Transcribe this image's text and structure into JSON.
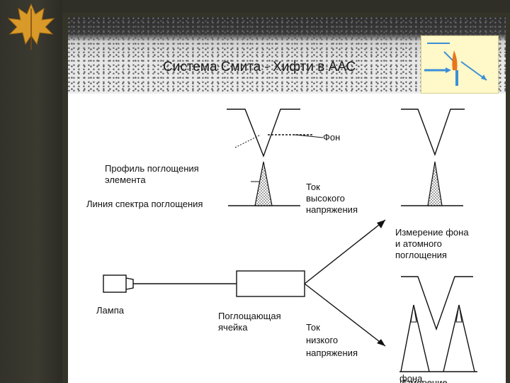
{
  "slide": {
    "title": "Система Смита - Хифти в ААС"
  },
  "diagram": {
    "labels": {
      "background": "Фон",
      "absorption_profile_line1": "Профиль поглощения",
      "absorption_profile_line2": "элемента",
      "absorption_line": "Линия спектра поглощения",
      "high_current_line1": "Ток",
      "high_current_line2": "высокого",
      "high_current_line3": "напряжения",
      "bg_atomic_line1": "Измерение фона",
      "bg_atomic_line2": "и атомного",
      "bg_atomic_line3": "поглощения",
      "lamp": "Лампа",
      "cell_line1": "Поглощающая",
      "cell_line2": "ячейка",
      "low_current_line1": "Ток",
      "low_current_line2": "низкого",
      "low_current_line3": "напряжения",
      "bg_only_line1": "Измерение",
      "bg_only_line2": "фона"
    }
  },
  "colors": {
    "background": "#2f2f27",
    "slide": "#ffffff",
    "thumbnail": "#fff8c8",
    "thumbnail_arrow": "#3a8fd8",
    "thumbnail_flame": "#e8761c"
  },
  "icons": [
    "maple-leaf-icon"
  ]
}
